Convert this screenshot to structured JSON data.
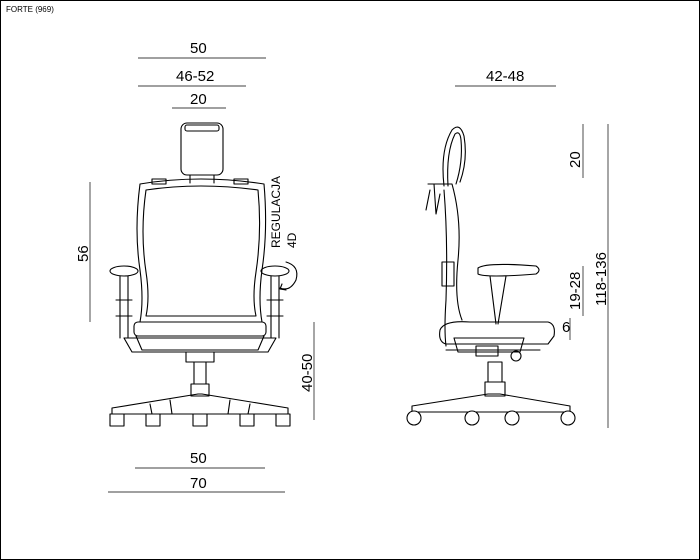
{
  "model_label": "FORTE (969)",
  "front_view": {
    "back_width": "50",
    "headrest_width": "46-52",
    "headrest_inner": "20",
    "back_height": "56",
    "armrest_label_line1": "REGULACJA",
    "armrest_label_line2": "4D",
    "seat_height": "40-50",
    "seat_width": "50",
    "base_width": "70"
  },
  "side_view": {
    "depth": "42-48",
    "headrest_adjust": "20",
    "total_height": "118-136",
    "armrest_height": "19-28",
    "seat_depth_adjust": "6"
  }
}
